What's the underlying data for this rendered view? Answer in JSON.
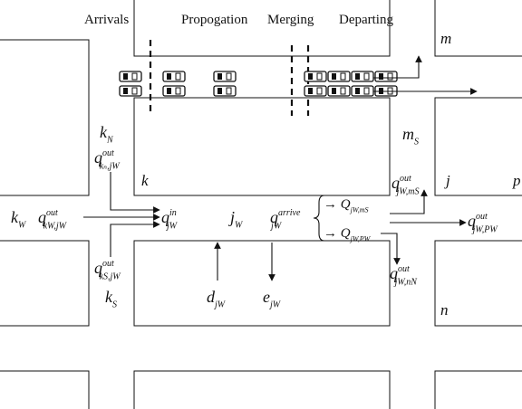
{
  "phases": [
    "Arrivals",
    "Propogation",
    "Merging",
    "Departing"
  ],
  "nodes": {
    "k": "k",
    "j": "j",
    "p": "p",
    "n": "n",
    "m": "m"
  },
  "labels": {
    "kN": {
      "base": "k",
      "sub": "N"
    },
    "qout_kN": {
      "base": "q",
      "sup": "out",
      "sub": "kₙ,jW"
    },
    "mS": {
      "base": "m",
      "sub": "S"
    },
    "qout_jw_ms": {
      "base": "q",
      "sup": "out",
      "sub": "jW,mS"
    },
    "kW": {
      "base": "k",
      "sub": "W"
    },
    "qout_kW": {
      "base": "q",
      "sup": "out",
      "sub": "kW,jW"
    },
    "qin_jw": {
      "base": "q",
      "sup": "in",
      "sub": "jW"
    },
    "jW": {
      "base": "j",
      "sub": "W"
    },
    "qarrive_jw": {
      "base": "q",
      "sup": "arrive",
      "sub": "jW"
    },
    "Q_jw_ms": {
      "prefix": "→",
      "base": "Q",
      "sub": "jW,mS"
    },
    "Q_jw_pw": {
      "prefix": "→",
      "base": "Q",
      "sub": "jW,PW"
    },
    "qout_jw_pw": {
      "base": "q",
      "sup": "out",
      "sub": "jW,PW"
    },
    "qout_kS": {
      "base": "q",
      "sup": "out",
      "sub": "kS,jW"
    },
    "kS": {
      "base": "k",
      "sub": "S"
    },
    "d_jw": {
      "base": "d",
      "sub": "jW"
    },
    "e_jw": {
      "base": "e",
      "sub": "jW"
    },
    "qout_jw_nN": {
      "base": "q",
      "sup": "out",
      "sub": "jW,nN"
    }
  },
  "vehicles": {
    "top_row": 7,
    "bottom_row": 7
  },
  "colors": {
    "line": "#111111",
    "background": "#ffffff"
  }
}
